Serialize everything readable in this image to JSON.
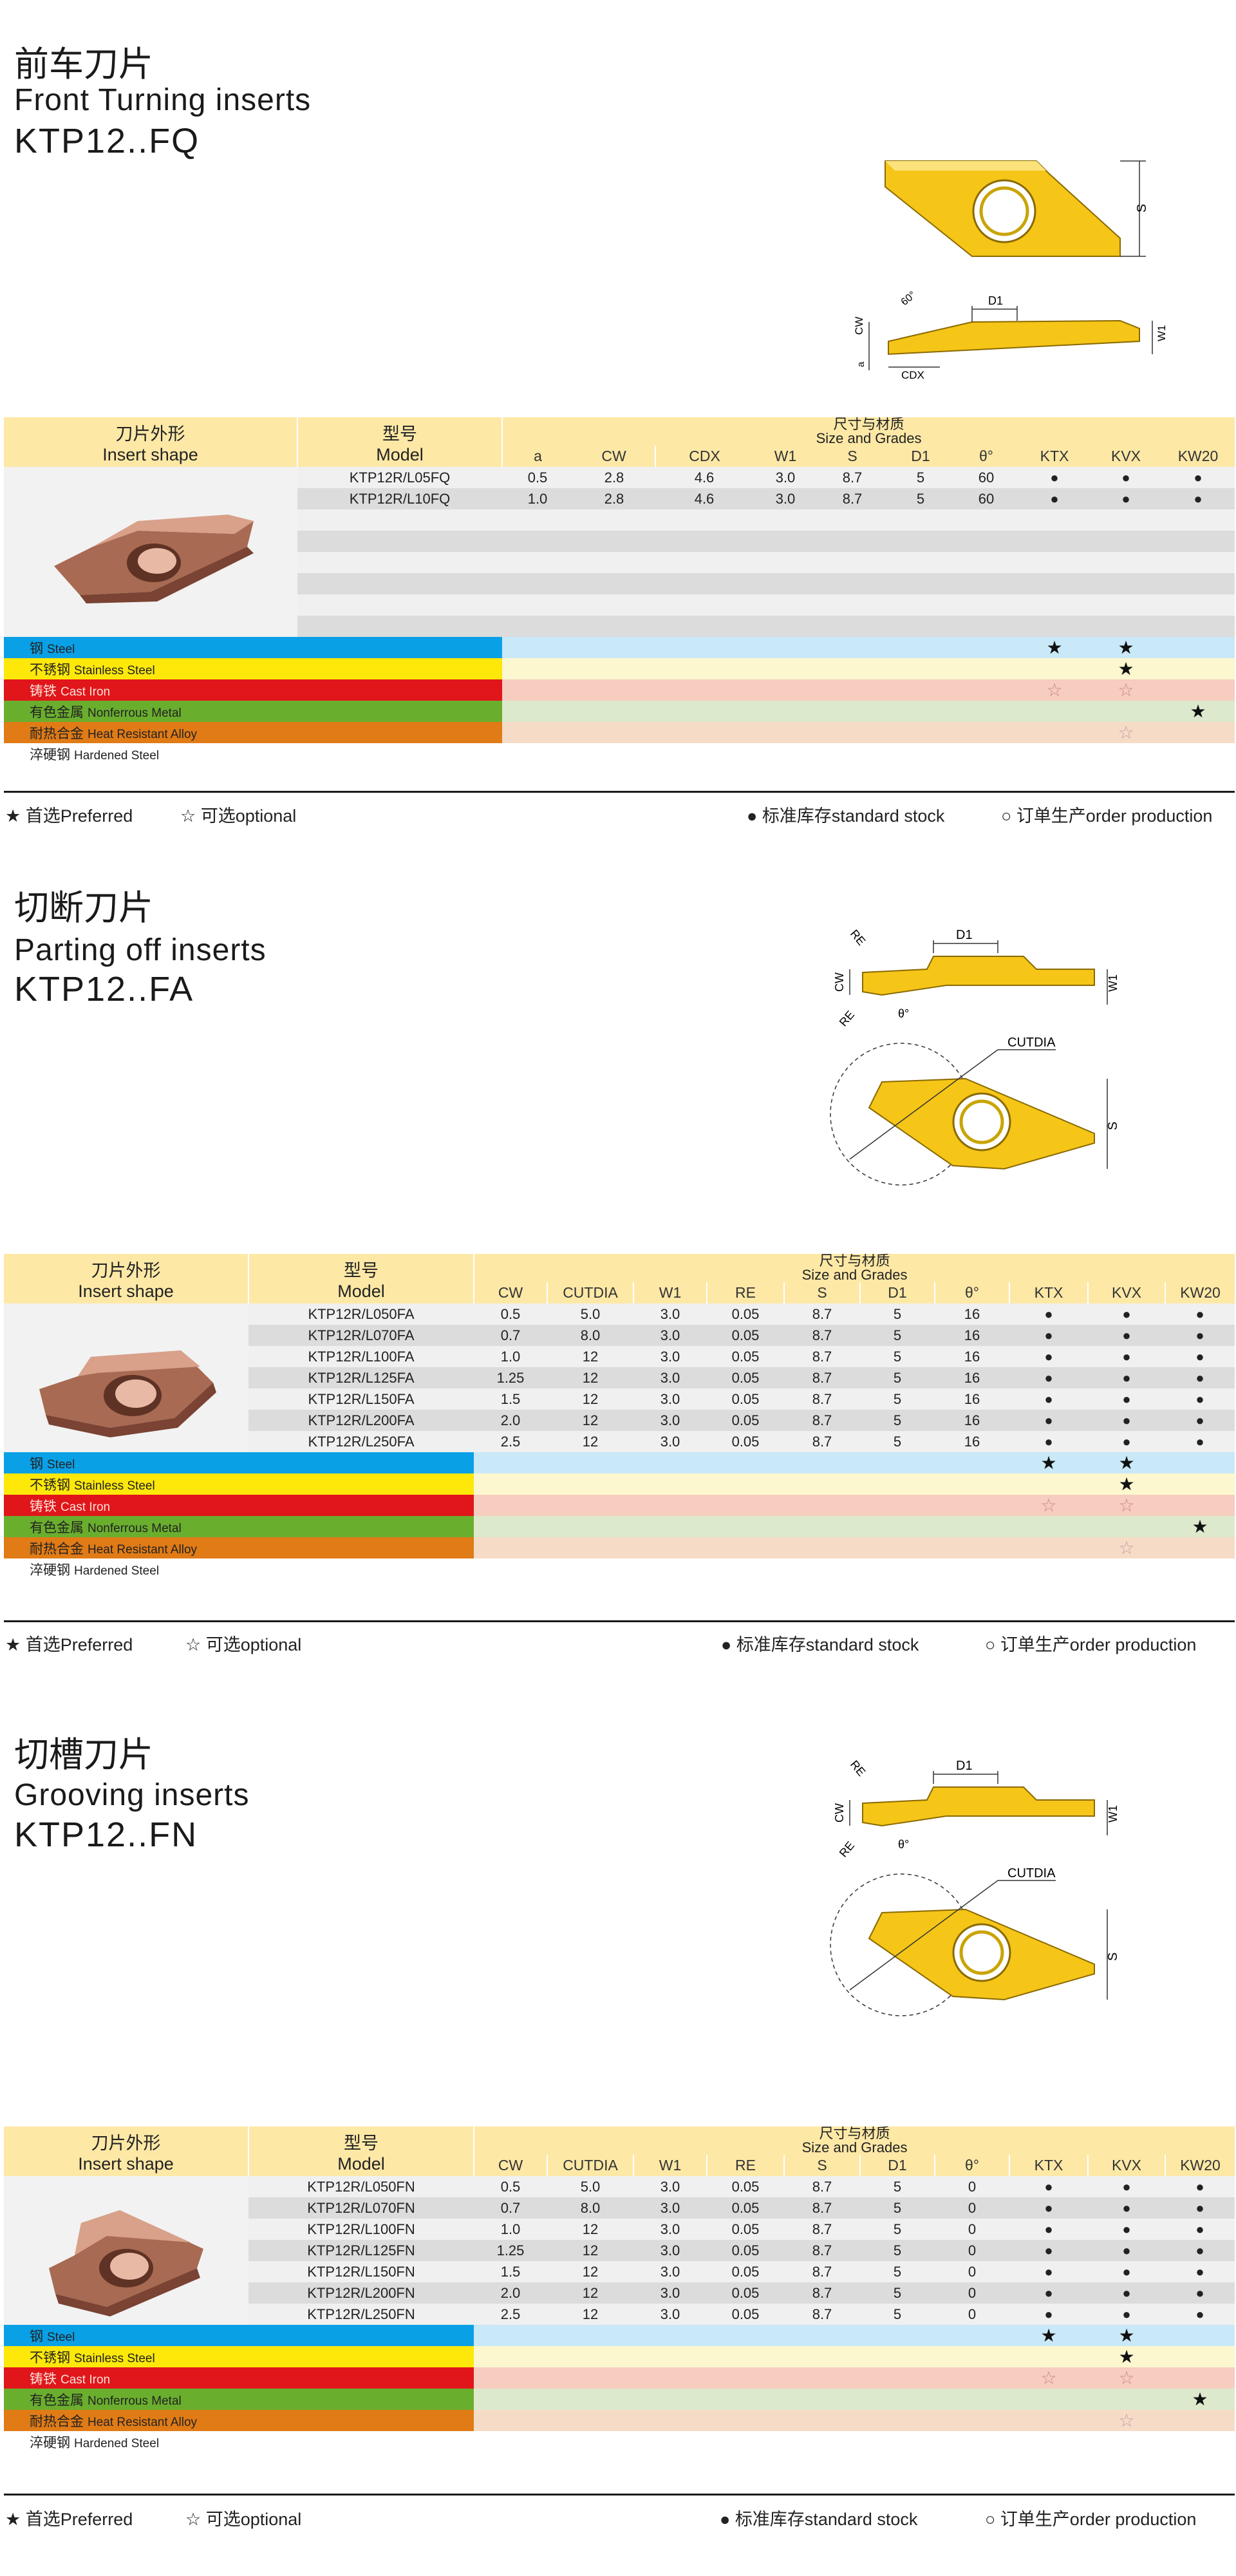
{
  "colors": {
    "header": "#fde8a6",
    "steel": "#0aa0e6",
    "stainless": "#fde80a",
    "cast": "#e0161b",
    "nonferrous": "#6aae2e",
    "heat": "#e07b16",
    "insert_gold": "#f5c518",
    "insert_copper": "#b9735a"
  },
  "icons": [
    "insert-front-view-icon",
    "insert-side-view-icon",
    "insert-photo-icon",
    "star-filled-icon",
    "star-outline-icon",
    "dot-filled-icon",
    "circle-outline-icon"
  ],
  "headers": {
    "shape_cn": "刀片外形",
    "shape_en": "Insert shape",
    "model_cn": "型号",
    "model_en": "Model",
    "size_cn": "尺寸与材质",
    "size_en": "Size and Grades"
  },
  "materials": [
    {
      "cn": "钢",
      "en": "Steel"
    },
    {
      "cn": "不锈钢",
      "en": "Stainless Steel"
    },
    {
      "cn": "铸铁",
      "en": "Cast Iron"
    },
    {
      "cn": "有色金属",
      "en": "Nonferrous Metal"
    },
    {
      "cn": "耐热合金",
      "en": "Heat Resistant Alloy"
    },
    {
      "cn": "淬硬钢",
      "en": "Hardened Steel"
    }
  ],
  "legend": {
    "preferred": "首选Preferred",
    "optional": "可选optional",
    "stock": "标准库存standard stock",
    "order": "订单生产order production"
  },
  "sections": [
    {
      "title_cn": "前车刀片",
      "title_en": "Front Turning inserts",
      "code": "KTP12..FQ",
      "diagram_labels": {
        "s": "S",
        "d1": "D1",
        "cw": "CW",
        "a": "a",
        "cdx": "CDX",
        "w1": "W1",
        "angle": "60°"
      },
      "columns": [
        "a",
        "CW",
        "CDX",
        "W1",
        "S",
        "D1",
        "θ°",
        "KTX",
        "KVX",
        "KW20"
      ],
      "rows": [
        {
          "model": "KTP12R/L05FQ",
          "vals": [
            "0.5",
            "2.8",
            "4.6",
            "3.0",
            "8.7",
            "5",
            "60",
            "●",
            "●",
            "●"
          ]
        },
        {
          "model": "KTP12R/L10FQ",
          "vals": [
            "1.0",
            "2.8",
            "4.6",
            "3.0",
            "8.7",
            "5",
            "60",
            "●",
            "●",
            "●"
          ]
        }
      ],
      "grades": [
        [
          "★",
          "★",
          ""
        ],
        [
          "",
          "★",
          ""
        ],
        [
          "☆",
          "☆",
          ""
        ],
        [
          "",
          "",
          "★"
        ],
        [
          "",
          "☆",
          ""
        ],
        [
          "",
          "",
          ""
        ]
      ]
    },
    {
      "title_cn": "切断刀片",
      "title_en": "Parting off inserts",
      "code": "KTP12..FA",
      "diagram_labels": {
        "re": "RE",
        "cw": "CW",
        "d1": "D1",
        "w1": "W1",
        "theta": "θ°",
        "cutdia": "CUTDIA",
        "s": "S"
      },
      "columns": [
        "CW",
        "CUTDIA",
        "W1",
        "RE",
        "S",
        "D1",
        "θ°",
        "KTX",
        "KVX",
        "KW20"
      ],
      "rows": [
        {
          "model": "KTP12R/L050FA",
          "vals": [
            "0.5",
            "5.0",
            "3.0",
            "0.05",
            "8.7",
            "5",
            "16",
            "●",
            "●",
            "●"
          ]
        },
        {
          "model": "KTP12R/L070FA",
          "vals": [
            "0.7",
            "8.0",
            "3.0",
            "0.05",
            "8.7",
            "5",
            "16",
            "●",
            "●",
            "●"
          ]
        },
        {
          "model": "KTP12R/L100FA",
          "vals": [
            "1.0",
            "12",
            "3.0",
            "0.05",
            "8.7",
            "5",
            "16",
            "●",
            "●",
            "●"
          ]
        },
        {
          "model": "KTP12R/L125FA",
          "vals": [
            "1.25",
            "12",
            "3.0",
            "0.05",
            "8.7",
            "5",
            "16",
            "●",
            "●",
            "●"
          ]
        },
        {
          "model": "KTP12R/L150FA",
          "vals": [
            "1.5",
            "12",
            "3.0",
            "0.05",
            "8.7",
            "5",
            "16",
            "●",
            "●",
            "●"
          ]
        },
        {
          "model": "KTP12R/L200FA",
          "vals": [
            "2.0",
            "12",
            "3.0",
            "0.05",
            "8.7",
            "5",
            "16",
            "●",
            "●",
            "●"
          ]
        },
        {
          "model": "KTP12R/L250FA",
          "vals": [
            "2.5",
            "12",
            "3.0",
            "0.05",
            "8.7",
            "5",
            "16",
            "●",
            "●",
            "●"
          ]
        }
      ],
      "grades": [
        [
          "★",
          "★",
          ""
        ],
        [
          "",
          "★",
          ""
        ],
        [
          "☆",
          "☆",
          ""
        ],
        [
          "",
          "",
          "★"
        ],
        [
          "",
          "☆",
          ""
        ],
        [
          "",
          "",
          ""
        ]
      ]
    },
    {
      "title_cn": "切槽刀片",
      "title_en": "Grooving inserts",
      "code": "KTP12..FN",
      "diagram_labels": {
        "re": "RE",
        "cw": "CW",
        "d1": "D1",
        "w1": "W1",
        "theta": "θ°",
        "cutdia": "CUTDIA",
        "s": "S"
      },
      "columns": [
        "CW",
        "CUTDIA",
        "W1",
        "RE",
        "S",
        "D1",
        "θ°",
        "KTX",
        "KVX",
        "KW20"
      ],
      "rows": [
        {
          "model": "KTP12R/L050FN",
          "vals": [
            "0.5",
            "5.0",
            "3.0",
            "0.05",
            "8.7",
            "5",
            "0",
            "●",
            "●",
            "●"
          ]
        },
        {
          "model": "KTP12R/L070FN",
          "vals": [
            "0.7",
            "8.0",
            "3.0",
            "0.05",
            "8.7",
            "5",
            "0",
            "●",
            "●",
            "●"
          ]
        },
        {
          "model": "KTP12R/L100FN",
          "vals": [
            "1.0",
            "12",
            "3.0",
            "0.05",
            "8.7",
            "5",
            "0",
            "●",
            "●",
            "●"
          ]
        },
        {
          "model": "KTP12R/L125FN",
          "vals": [
            "1.25",
            "12",
            "3.0",
            "0.05",
            "8.7",
            "5",
            "0",
            "●",
            "●",
            "●"
          ]
        },
        {
          "model": "KTP12R/L150FN",
          "vals": [
            "1.5",
            "12",
            "3.0",
            "0.05",
            "8.7",
            "5",
            "0",
            "●",
            "●",
            "●"
          ]
        },
        {
          "model": "KTP12R/L200FN",
          "vals": [
            "2.0",
            "12",
            "3.0",
            "0.05",
            "8.7",
            "5",
            "0",
            "●",
            "●",
            "●"
          ]
        },
        {
          "model": "KTP12R/L250FN",
          "vals": [
            "2.5",
            "12",
            "3.0",
            "0.05",
            "8.7",
            "5",
            "0",
            "●",
            "●",
            "●"
          ]
        }
      ],
      "grades": [
        [
          "★",
          "★",
          ""
        ],
        [
          "",
          "★",
          ""
        ],
        [
          "☆",
          "☆",
          ""
        ],
        [
          "",
          "",
          "★"
        ],
        [
          "",
          "☆",
          ""
        ],
        [
          "",
          "",
          ""
        ]
      ]
    }
  ]
}
